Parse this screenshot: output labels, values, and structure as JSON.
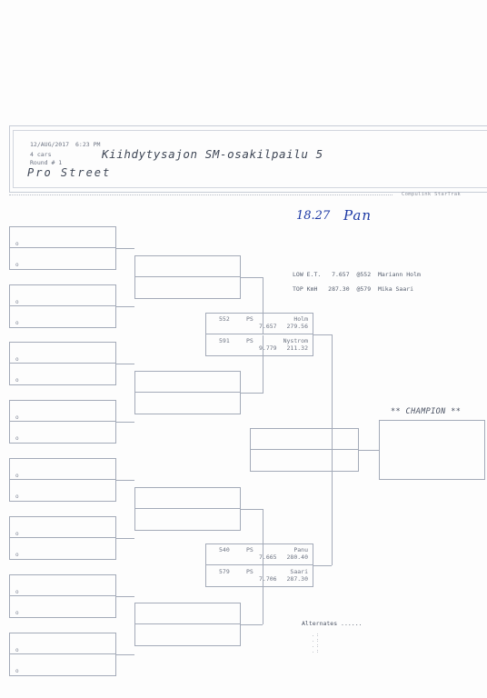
{
  "header": {
    "date": "12/AUG/2017",
    "time": "6:23 PM",
    "cars": "4 cars",
    "round": "Round # 1",
    "event_title": "Kiihdytysajon SM-osakilpailu 5",
    "class_title": "Pro Street",
    "credit": "Compulink   StarTrak"
  },
  "handwriting": {
    "time": "18.27",
    "signature": "Pan"
  },
  "records": {
    "low_et_label": "LOW E.T.",
    "low_et_value": "7.657",
    "low_et_car": "@552",
    "low_et_driver": "Mariann Holm",
    "top_kmh_label": "TOP KmH",
    "top_kmh_value": "287.30",
    "top_kmh_car": "@579",
    "top_kmh_driver": "Mika Saari"
  },
  "seed_marker": "o",
  "semifinal_1": {
    "lane1": {
      "num": "552",
      "cls": "PS",
      "name": "Holm",
      "et": "7.657",
      "speed": "279.56"
    },
    "lane2": {
      "num": "591",
      "cls": "PS",
      "name": "Nystrom",
      "et": "9.779",
      "speed": "211.32"
    }
  },
  "semifinal_2": {
    "lane1": {
      "num": "540",
      "cls": "PS",
      "name": "Panu",
      "et": "7.665",
      "speed": "280.40"
    },
    "lane2": {
      "num": "579",
      "cls": "PS",
      "name": "Saari",
      "et": "7.706",
      "speed": "287.30"
    }
  },
  "champion_label": "** CHAMPION **",
  "alternates_label": "Alternates ......",
  "alternates_lines": [
    ". :",
    ". :",
    ". :",
    ". :"
  ]
}
